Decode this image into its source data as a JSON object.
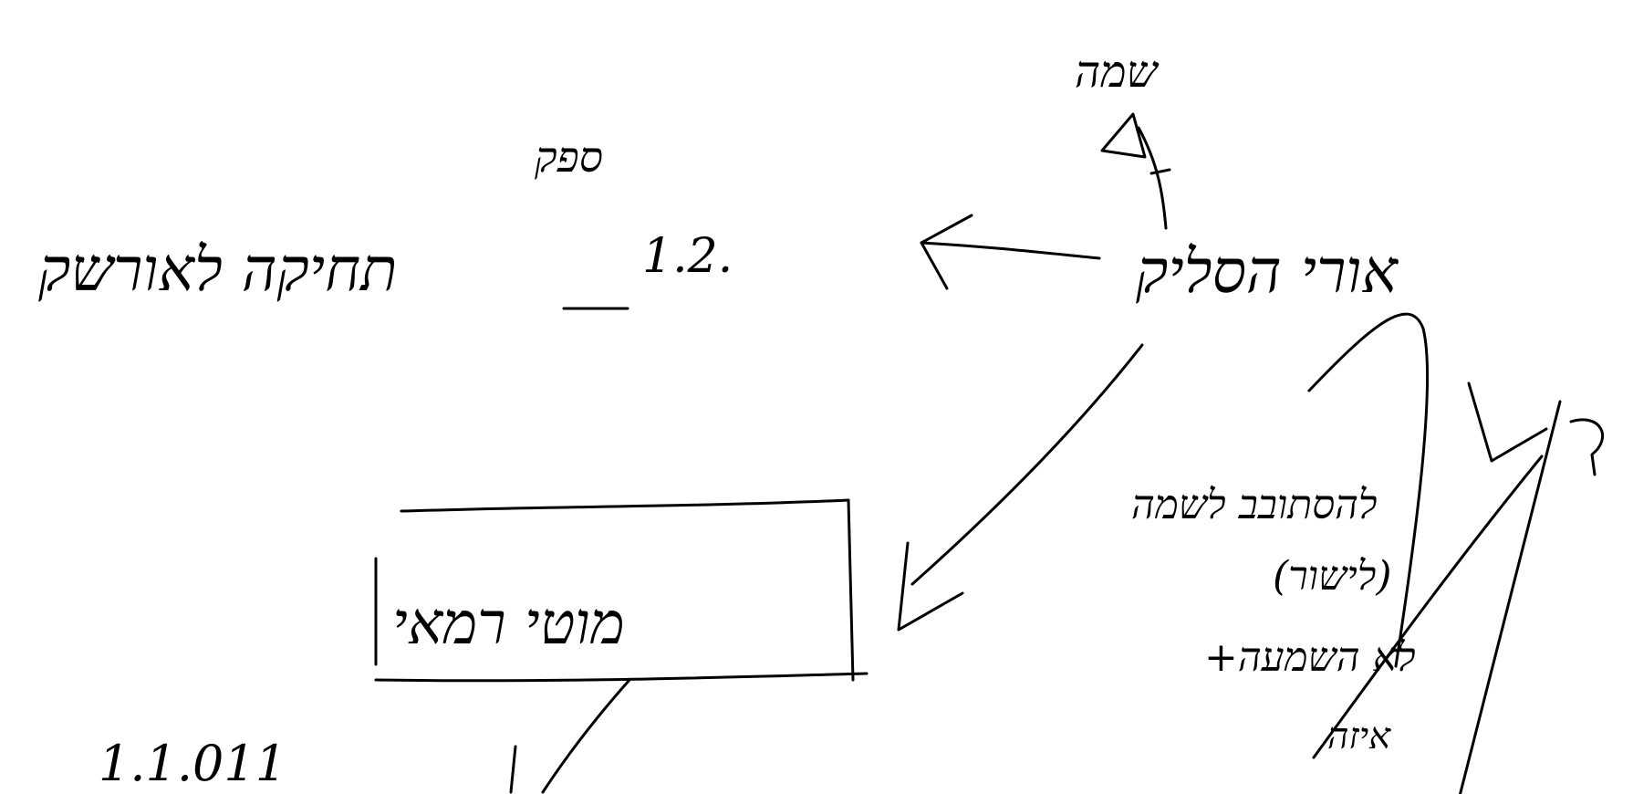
{
  "notes": {
    "top_label": "שמה",
    "left_label": "תחיקה לאורשק",
    "left_label_sup": "ספק",
    "left_number": "1.2.",
    "right_label": "אורי הסליק",
    "box_label": "מוטי רמאי",
    "bottom_left_number": "1.1.011",
    "right_block_line1": "להסתובב לשמה",
    "right_block_line2": "(לישור)",
    "right_block_line3": "+לא השמעה",
    "right_block_line4": "איזה"
  }
}
